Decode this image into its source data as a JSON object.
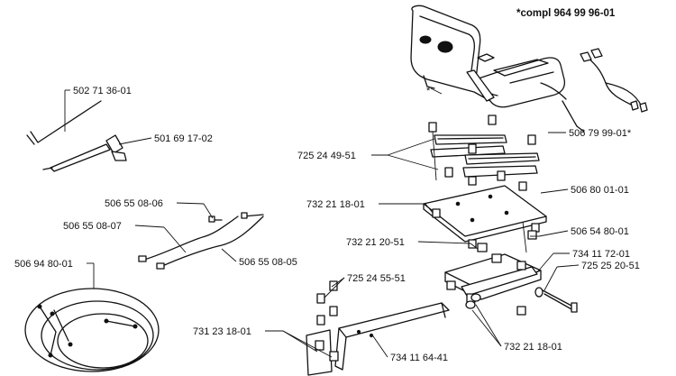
{
  "reference": "*compl 964 99 96-01",
  "asterisk": "*",
  "parts": [
    {
      "id": "p1",
      "number": "502 71 36-01"
    },
    {
      "id": "p2",
      "number": "501 69 17-02"
    },
    {
      "id": "p3",
      "number": "506 55 08-06"
    },
    {
      "id": "p4",
      "number": "506 55 08-07"
    },
    {
      "id": "p5",
      "number": "506 55 08-05"
    },
    {
      "id": "p6",
      "number": "506 94 80-01"
    },
    {
      "id": "p7",
      "number": "506 79 99-01*"
    },
    {
      "id": "p8",
      "number": "725 24 49-51"
    },
    {
      "id": "p9",
      "number": "732 21 18-01"
    },
    {
      "id": "p10",
      "number": "506 80 01-01"
    },
    {
      "id": "p11",
      "number": "506 54 80-01"
    },
    {
      "id": "p12",
      "number": "732 21 20-51"
    },
    {
      "id": "p13",
      "number": "734 11 72-01"
    },
    {
      "id": "p14",
      "number": "725 25 20-51"
    },
    {
      "id": "p15",
      "number": "725 24 55-51"
    },
    {
      "id": "p16",
      "number": "731 23 18-01"
    },
    {
      "id": "p17",
      "number": "734 11 64-41"
    },
    {
      "id": "p18",
      "number": "732 21 18-01"
    }
  ]
}
